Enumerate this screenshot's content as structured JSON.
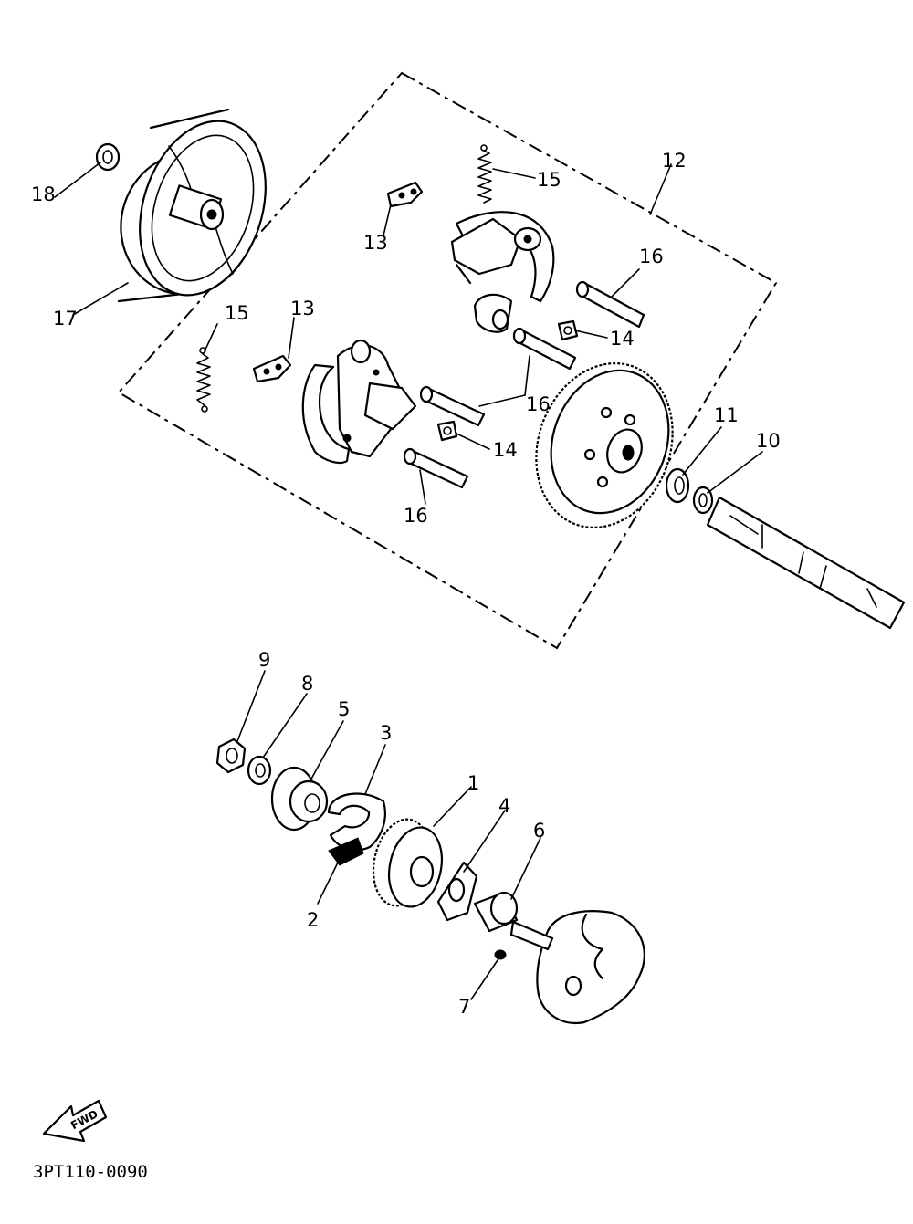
{
  "diagram": {
    "code": "3PT110-0090",
    "fwd_label": "FWD",
    "callouts": {
      "c1": "1",
      "c2": "2",
      "c3": "3",
      "c4": "4",
      "c5": "5",
      "c6": "6",
      "c7": "7",
      "c8": "8",
      "c9": "9",
      "c10": "10",
      "c11": "11",
      "c12": "12",
      "c13a": "13",
      "c13b": "13",
      "c14a": "14",
      "c14b": "14",
      "c15a": "15",
      "c15b": "15",
      "c16a": "16",
      "c16b": "16",
      "c16c": "16",
      "c17": "17",
      "c18": "18"
    }
  }
}
